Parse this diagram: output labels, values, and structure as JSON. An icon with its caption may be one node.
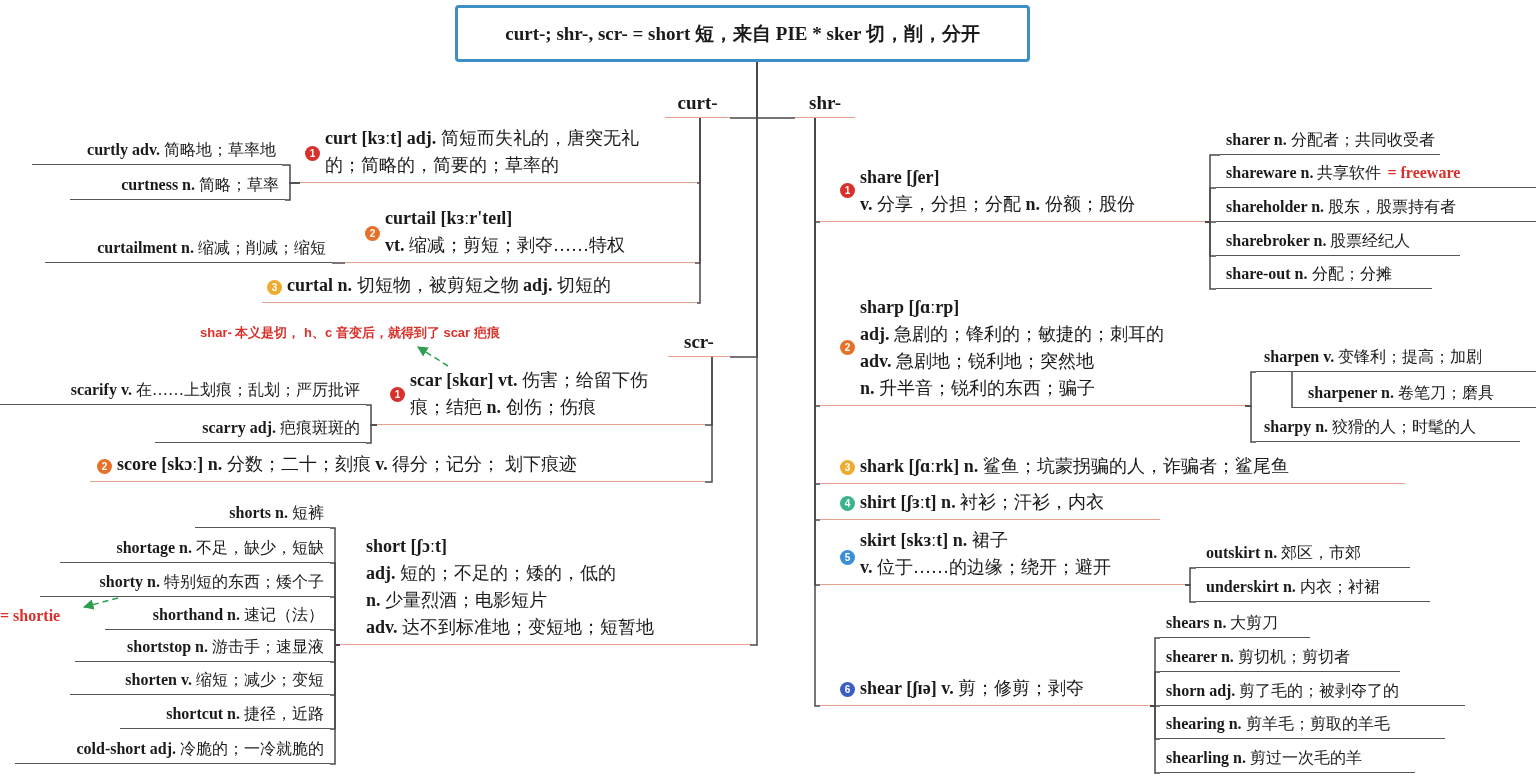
{
  "diagram": {
    "nodes": [
      {
        "text": [
          "curt-; shr-, scr- = short 短，来自 PIE * sker 切，削，分开"
        ]
      },
      {
        "text": [
          "curt-"
        ]
      },
      {
        "text": [
          "1",
          "**curt [kɜːt] adj.** 简短而失礼的，唐突无礼的；简略的，简要的；草率的"
        ]
      },
      {
        "text": [
          "**curtly adv.** 简略地；草率地"
        ]
      },
      {
        "text": [
          "**curtness n.** 简略；草率"
        ]
      },
      {
        "text": [
          "2",
          "curtail [kɜːr'teɪl]",
          "**vt.** 缩减；剪短；剥夺……特权"
        ]
      },
      {
        "text": [
          "**curtailment n.** 缩减；削减；缩短"
        ]
      },
      {
        "text": [
          "3",
          "**curtal n.** 切短物，被剪短之物 **adj.** 切短的"
        ]
      },
      {
        "text": [
          "scr-"
        ]
      },
      {
        "text": [
          "shar- 本义是切， h、c 音变后，就得到了 scar 疤痕"
        ]
      },
      {
        "text": [
          "1",
          "**scar [skɑr] vt.** 伤害；给留下伤痕；结疤 **n.** 创伤；伤痕"
        ]
      },
      {
        "text": [
          "**scarify v.** 在……上划痕；乱划；严厉批评"
        ]
      },
      {
        "text": [
          "**scarry adj.** 疤痕斑斑的"
        ]
      },
      {
        "text": [
          "2",
          "**score [skɔː] n.** 分数；二十；刻痕 **v.** 得分；记分； 划下痕迹"
        ]
      },
      {
        "text": [
          "short [ʃɔːt]",
          "**adj.** 短的；不足的；矮的，低的",
          "**n.** 少量烈酒；电影短片",
          "**adv.** 达不到标准地；变短地；短暂地"
        ]
      },
      {
        "text": [
          "**shorts n.** 短裤"
        ]
      },
      {
        "text": [
          "**shortage n.** 不足，缺少，短缺"
        ]
      },
      {
        "text": [
          "**shorty n.** 特别短的东西；矮个子"
        ]
      },
      {
        "text": [
          "= shortie"
        ]
      },
      {
        "text": [
          "**shorthand n.** 速记（法）"
        ]
      },
      {
        "text": [
          "**shortstop n.** 游击手；速显液"
        ]
      },
      {
        "text": [
          "**shorten v.** 缩短；减少；变短"
        ]
      },
      {
        "text": [
          "**shortcut n.** 捷径，近路"
        ]
      },
      {
        "text": [
          "**cold-short adj.** 冷脆的；一冷就脆的"
        ]
      },
      {
        "text": [
          "shr-"
        ]
      },
      {
        "text": [
          "1",
          "share [ʃer]",
          "**v.** 分享，分担；分配 **n.** 份额；股份"
        ]
      },
      {
        "text": [
          "**sharer n.** 分配者；共同收受者"
        ]
      },
      {
        "text": [
          "**shareware n.** 共享软件",
          "= freeware"
        ]
      },
      {
        "text": [
          "**shareholder n.** 股东，股票持有者"
        ]
      },
      {
        "text": [
          "**sharebroker n.** 股票经纪人"
        ]
      },
      {
        "text": [
          "**share-out n.** 分配；分摊"
        ]
      },
      {
        "text": [
          "2",
          "sharp [ʃɑːrp]",
          "**adj.** 急剧的；锋利的；敏捷的；刺耳的",
          "**adv.** 急剧地；锐利地；突然地",
          "**n.** 升半音；锐利的东西；骗子"
        ]
      },
      {
        "text": [
          "**sharpen v.** 变锋利；提高；加剧"
        ]
      },
      {
        "text": [
          "**sharpener n.** 卷笔刀；磨具"
        ]
      },
      {
        "text": [
          "**sharpy n.** 狡猾的人；时髦的人"
        ]
      },
      {
        "text": [
          "3",
          "**shark [ʃɑːrk] n.** 鲨鱼；坑蒙拐骗的人，诈骗者；鲨尾鱼"
        ]
      },
      {
        "text": [
          "4",
          "**shirt [ʃɜːt] n.** 衬衫；汗衫，内衣"
        ]
      },
      {
        "text": [
          "5",
          "**skirt [skɜːt] n.** 裙子",
          "**v.** 位于……的边缘；绕开；避开"
        ]
      },
      {
        "text": [
          "**outskirt n.** 郊区，市郊"
        ]
      },
      {
        "text": [
          "**underskirt n.** 内衣；衬裙"
        ]
      },
      {
        "text": [
          "6",
          "**shear [ʃɪə] v.** 剪；修剪；剥夺"
        ]
      },
      {
        "text": [
          "**shears n.** 大剪刀"
        ]
      },
      {
        "text": [
          "**shearer n.** 剪切机；剪切者"
        ]
      },
      {
        "text": [
          "**shorn adj.** 剪了毛的；被剥夺了的"
        ]
      },
      {
        "text": [
          "**shearing n.** 剪羊毛；剪取的羊毛"
        ]
      },
      {
        "text": [
          "**shearling n.** 剪过一次毛的羊"
        ]
      }
    ],
    "edges": [
      {
        "from": 0,
        "to": 1,
        "arrow": "none"
      },
      {
        "from": 0,
        "to": 8,
        "arrow": "none"
      },
      {
        "from": 0,
        "to": 14,
        "arrow": "none"
      },
      {
        "from": 0,
        "to": 24,
        "arrow": "none"
      },
      {
        "from": 1,
        "to": 2,
        "arrow": "none"
      },
      {
        "from": 1,
        "to": 5,
        "arrow": "none"
      },
      {
        "from": 1,
        "to": 7,
        "arrow": "none"
      },
      {
        "from": 2,
        "to": 3,
        "arrow": "none"
      },
      {
        "from": 2,
        "to": 4,
        "arrow": "none"
      },
      {
        "from": 5,
        "to": 6,
        "arrow": "none"
      },
      {
        "from": 8,
        "to": 10,
        "arrow": "none"
      },
      {
        "from": 8,
        "to": 13,
        "arrow": "none"
      },
      {
        "from": 10,
        "to": 11,
        "arrow": "none"
      },
      {
        "from": 10,
        "to": 12,
        "arrow": "none"
      },
      {
        "from": 10,
        "to": 9,
        "arrow": "to",
        "style": "dashed",
        "color": "#2e9e4f"
      },
      {
        "from": 14,
        "to": 15,
        "arrow": "none"
      },
      {
        "from": 14,
        "to": 16,
        "arrow": "none"
      },
      {
        "from": 14,
        "to": 17,
        "arrow": "none"
      },
      {
        "from": 14,
        "to": 19,
        "arrow": "none"
      },
      {
        "from": 14,
        "to": 20,
        "arrow": "none"
      },
      {
        "from": 14,
        "to": 21,
        "arrow": "none"
      },
      {
        "from": 14,
        "to": 22,
        "arrow": "none"
      },
      {
        "from": 14,
        "to": 23,
        "arrow": "none"
      },
      {
        "from": 17,
        "to": 18,
        "arrow": "to",
        "style": "dashed",
        "color": "#2e9e4f"
      },
      {
        "from": 24,
        "to": 25,
        "arrow": "none"
      },
      {
        "from": 24,
        "to": 31,
        "arrow": "none"
      },
      {
        "from": 24,
        "to": 35,
        "arrow": "none"
      },
      {
        "from": 24,
        "to": 36,
        "arrow": "none"
      },
      {
        "from": 24,
        "to": 37,
        "arrow": "none"
      },
      {
        "from": 24,
        "to": 40,
        "arrow": "none"
      },
      {
        "from": 25,
        "to": 26,
        "arrow": "none"
      },
      {
        "from": 25,
        "to": 27,
        "arrow": "none"
      },
      {
        "from": 25,
        "to": 28,
        "arrow": "none"
      },
      {
        "from": 25,
        "to": 29,
        "arrow": "none"
      },
      {
        "from": 25,
        "to": 30,
        "arrow": "none"
      },
      {
        "from": 31,
        "to": 32,
        "arrow": "none"
      },
      {
        "from": 31,
        "to": 34,
        "arrow": "none"
      },
      {
        "from": 32,
        "to": 33,
        "arrow": "none"
      },
      {
        "from": 37,
        "to": 38,
        "arrow": "none"
      },
      {
        "from": 37,
        "to": 39,
        "arrow": "none"
      },
      {
        "from": 40,
        "to": 41,
        "arrow": "none"
      },
      {
        "from": 40,
        "to": 42,
        "arrow": "none"
      },
      {
        "from": 40,
        "to": 43,
        "arrow": "none"
      },
      {
        "from": 40,
        "to": 44,
        "arrow": "none"
      },
      {
        "from": 40,
        "to": 45,
        "arrow": "none"
      }
    ]
  }
}
